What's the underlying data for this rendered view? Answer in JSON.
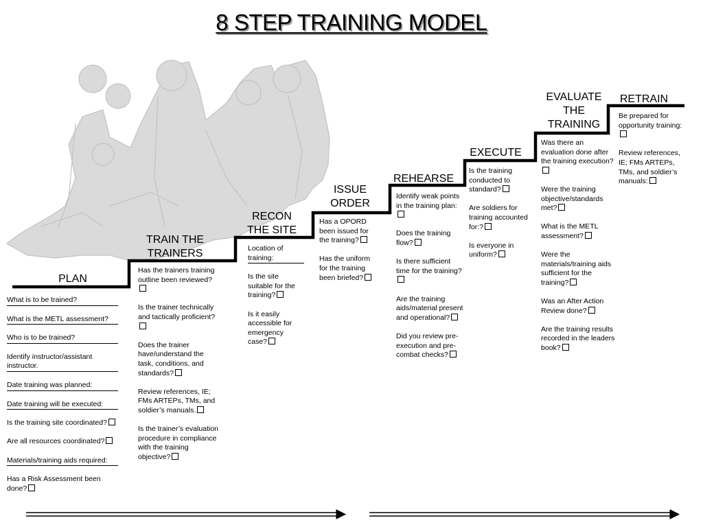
{
  "title": "8 STEP TRAINING MODEL",
  "steps": [
    {
      "heading": "PLAN",
      "items": [
        {
          "text": "What is to be trained?",
          "blank": true
        },
        {
          "text": "What is the METL assessment?",
          "blank": true
        },
        {
          "text": "Who is to be trained?",
          "blank": true
        },
        {
          "text": "Identify instructor/assistant instructor.",
          "blank": true
        },
        {
          "text": "Date training was planned:",
          "blank": true
        },
        {
          "text": "Date training will be executed:",
          "blank": true
        },
        {
          "text": "Is the training site coordinated?",
          "check": true
        },
        {
          "text": "Are all resources coordinated?",
          "check": true
        },
        {
          "text": "Materials/training aids required:",
          "blank": true
        },
        {
          "text": "Has a Risk Assessment been done?",
          "check": true
        }
      ]
    },
    {
      "heading": "TRAIN THE TRAINERS",
      "items": [
        {
          "text": "Has the trainers training outline been reviewed?",
          "check": true
        },
        {
          "text": "Is the trainer technically and tactically proficient?",
          "check": true
        },
        {
          "text": "Does the trainer have/understand the task, conditions, and standards?",
          "check": true
        },
        {
          "text": "Review references, IE; FMs ARTEPs, TMs, and soldier’s manuals.",
          "check": true
        },
        {
          "text": "Is the trainer’s evaluation procedure in compliance with the training objective?",
          "check": true
        }
      ]
    },
    {
      "heading": "RECON THE SITE",
      "items": [
        {
          "text": "Location of training:",
          "blank": true
        },
        {
          "text": "Is the site suitable for the training?",
          "check": true
        },
        {
          "text": "Is it easily accessible for emergency case?",
          "check": true
        }
      ]
    },
    {
      "heading": "ISSUE ORDER",
      "items": [
        {
          "text": "Has a OPORD been issued for the training?",
          "check": true
        },
        {
          "text": "Has the uniform for the training been briefed?",
          "check": true
        }
      ]
    },
    {
      "heading": "REHEARSE",
      "items": [
        {
          "text": "Identify weak points in the training plan:",
          "check": true
        },
        {
          "text": "Does the training flow?",
          "check": true
        },
        {
          "text": "Is there sufficient time for the training?",
          "check": true
        },
        {
          "text": "Are the training aids/material present and operational?",
          "check": true
        },
        {
          "text": "Did you review pre-execution and pre-combat checks?",
          "check": true
        }
      ]
    },
    {
      "heading": "EXECUTE",
      "items": [
        {
          "text": "Is the training conducted to standard?",
          "check": true
        },
        {
          "text": "Are soldiers for training accounted for:?",
          "check": true
        },
        {
          "text": "Is everyone in uniform?",
          "check": true
        }
      ]
    },
    {
      "heading": "EVALUATE THE TRAINING",
      "items": [
        {
          "text": "Was there an evaluation done after the training execution?",
          "check": true
        },
        {
          "text": "Were the training objective/standards met?",
          "check": true
        },
        {
          "text": "What is the METL assessment?",
          "check": true
        },
        {
          "text": "Were the materials/training aids sufficient for the training?",
          "check": true
        },
        {
          "text": "Was an After Action Review done?",
          "check": true
        },
        {
          "text": "Are the training results recorded in the leaders book?",
          "check": true
        }
      ]
    },
    {
      "heading": "RETRAIN",
      "items": [
        {
          "text": "Be prepared for opportunity training:",
          "check": true
        },
        {
          "text": "Review references, IE; FMs ARTEPs, TMs, and soldier’s manuals:",
          "check": true
        }
      ]
    }
  ],
  "illustration": "soldiers-illustration",
  "colors": {
    "text": "#000000",
    "illustration": "#c4c4c4",
    "title_shadow": "#9a9a9a"
  }
}
